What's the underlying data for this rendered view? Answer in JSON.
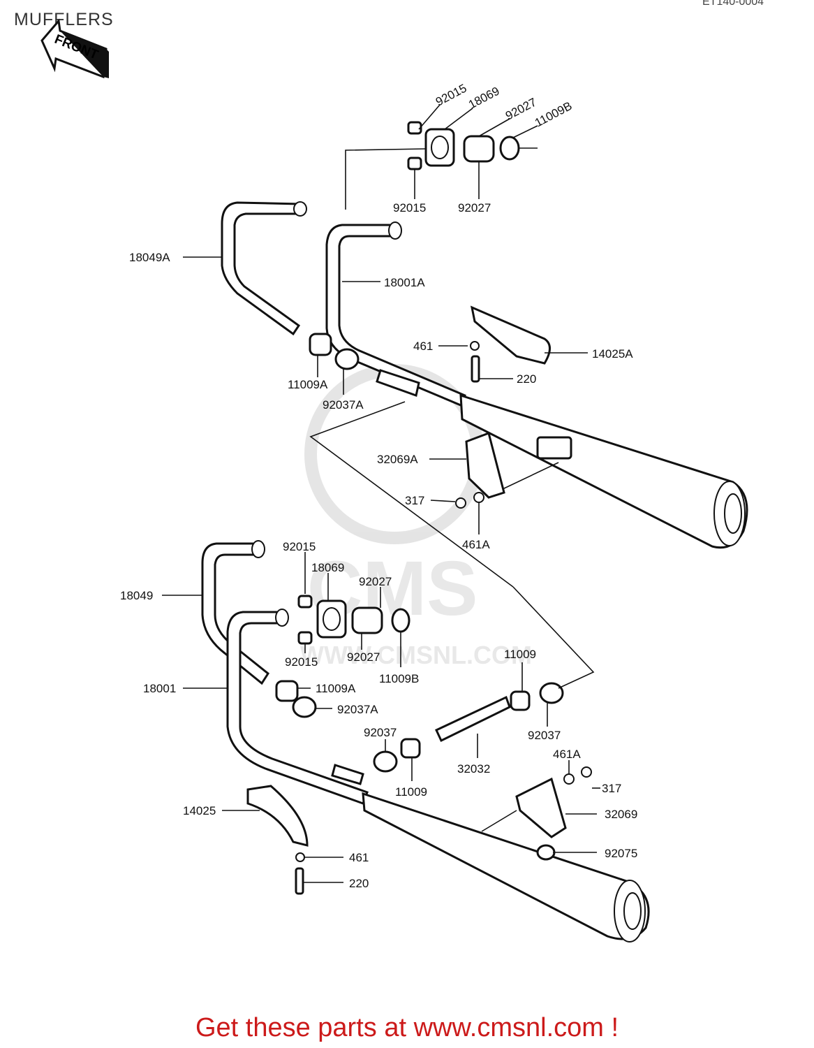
{
  "header": {
    "title": "MUFFLERS",
    "diagram_code": "ET140-0004"
  },
  "front_arrow": {
    "label": "FRONT"
  },
  "watermark": {
    "text": "CMS",
    "url": "WWW.CMSNL.COM"
  },
  "footer": {
    "promo": "Get these parts at www.cmsnl.com !"
  },
  "callouts": {
    "p92015_a": "92015",
    "p18069_a": "18069",
    "p92027_a": "92027",
    "p11009B_a": "11009B",
    "p92015_b": "92015",
    "p92027_b": "92027",
    "p18049A": "18049A",
    "p18001A": "18001A",
    "p461_a": "461",
    "p14025A": "14025A",
    "p220_a": "220",
    "p11009A_a": "11009A",
    "p92037A_a": "92037A",
    "p32069A": "32069A",
    "p317_a": "317",
    "p461A_a": "461A",
    "p92015_c": "92015",
    "p18069_b": "18069",
    "p92027_c": "92027",
    "p18049": "18049",
    "p92015_d": "92015",
    "p92027_d": "92027",
    "p11009B_b": "11009B",
    "p11009_a": "11009",
    "p18001": "18001",
    "p11009A_b": "11009A",
    "p92037A_b": "92037A",
    "p92037_a": "92037",
    "p92037_b": "92037",
    "p32032": "32032",
    "p11009_b": "11009",
    "p461A_b": "461A",
    "p317_b": "317",
    "p14025": "14025",
    "p32069": "32069",
    "p461_b": "461",
    "p92075": "92075",
    "p220_b": "220"
  }
}
